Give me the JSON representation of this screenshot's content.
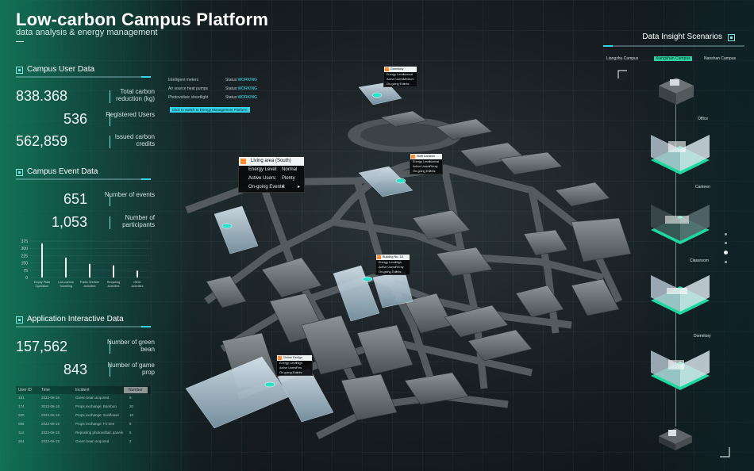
{
  "header": {
    "title": "Low-carbon Campus Platform",
    "subtitle": "data analysis & energy management"
  },
  "campus_user": {
    "heading": "Campus User Data",
    "stats": [
      {
        "value": "838.368",
        "label": "Total carbon reduction (kg)"
      },
      {
        "value": "536",
        "label": "Registered Users"
      },
      {
        "value": "562,859",
        "label": "Issued carbon credits"
      }
    ]
  },
  "campus_event": {
    "heading": "Campus Event Data",
    "stats": [
      {
        "value": "651",
        "label": "Number of events"
      },
      {
        "value": "1,053",
        "label": "Number of participants"
      }
    ]
  },
  "chart_data": {
    "type": "bar",
    "categories": [
      "Empty Plate Operation",
      "Low-carbon Travelling",
      "Public Welfare Activities",
      "Recycling Activities",
      "Other Activities"
    ],
    "values": [
      350,
      205,
      140,
      125,
      70
    ],
    "yticks": [
      "375",
      "300",
      "225",
      "150",
      "75",
      "0"
    ],
    "ylim": [
      0,
      375
    ]
  },
  "app_interactive": {
    "heading": "Application Interactive Data",
    "stats": [
      {
        "value": "157,562",
        "label": "Number of green bean"
      },
      {
        "value": "843",
        "label": "Number of game prop"
      }
    ],
    "table": {
      "headers": [
        "User ID",
        "Time",
        "Incident",
        "Number"
      ],
      "rows": [
        [
          "181",
          "2022-06-16",
          "Green bean acquired",
          "9"
        ],
        [
          "174",
          "2022-06-16",
          "Props exchange: Bamboo",
          "20"
        ],
        [
          "200",
          "2022-06-16",
          "Props exchange: Sunflower",
          "10"
        ],
        [
          "056",
          "2022-06-16",
          "Props exchange: Fir tree",
          "8"
        ],
        [
          "114",
          "2022-06-15",
          "Reposting photovoltaic panels",
          "5"
        ],
        [
          "264",
          "2022-06-15",
          "Green bean acquired",
          "2"
        ]
      ]
    }
  },
  "devices": {
    "rows": [
      {
        "name": "Intelligent meters",
        "status_label": "Status:",
        "status": "WORKING"
      },
      {
        "name": "Air source heat pumps",
        "status_label": "Status:",
        "status": "WORKING"
      },
      {
        "name": "Photovoltaic streetlight",
        "status_label": "Status:",
        "status": "WORKING"
      }
    ],
    "switch_button": "Click to switch to Energy Management Platform"
  },
  "popups": {
    "main": {
      "title": "Living area (South)",
      "rows": [
        {
          "key": "Energy Level:",
          "value": "Normal"
        },
        {
          "key": "Active Users:",
          "value": "Plenty"
        },
        {
          "key": "On-going Events:",
          "value": "4"
        }
      ]
    },
    "dormitory": {
      "title": "Dormitory (Academy A)",
      "rows": [
        {
          "key": "Energy Level:",
          "value": "Normal"
        },
        {
          "key": "Active Users:",
          "value": "Medium"
        },
        {
          "key": "On-going Events:",
          "value": "1"
        }
      ]
    },
    "staff": {
      "title": "Staff Canteen",
      "rows": [
        {
          "key": "Energy Level:",
          "value": "Normal"
        },
        {
          "key": "Active Users:",
          "value": "Plenty"
        },
        {
          "key": "On-going Events:",
          "value": "2"
        }
      ]
    },
    "building": {
      "title": "Building No. 18",
      "rows": [
        {
          "key": "Energy Level:",
          "value": "High"
        },
        {
          "key": "Active Users:",
          "value": "Plenty"
        },
        {
          "key": "On-going Events:",
          "value": "3"
        }
      ]
    },
    "innovation": {
      "title": "Online Design Research",
      "rows": [
        {
          "key": "Energy Level:",
          "value": "High"
        },
        {
          "key": "Active Users:",
          "value": "Few"
        },
        {
          "key": "On-going Events:",
          "value": "1"
        }
      ]
    }
  },
  "insight": {
    "heading": "Data Insight Scenarios",
    "tabs": [
      "Liangzhu Campus",
      "Xiangshan Campus",
      "Nanshan Campus"
    ],
    "active_tab": 1,
    "rooms": [
      "Office",
      "Canteen",
      "Classroom",
      "Dormitory"
    ]
  },
  "colors": {
    "accent": "#33d3e8",
    "green": "#2fd6a4",
    "popup_marker": "#ff8a2b"
  }
}
